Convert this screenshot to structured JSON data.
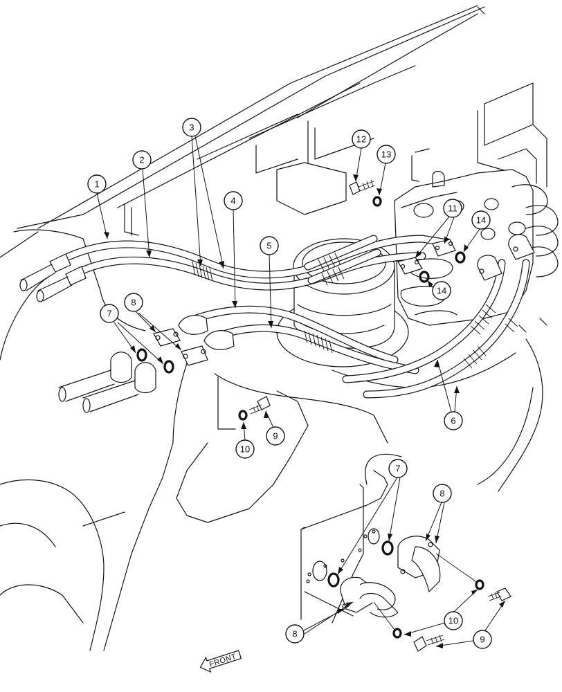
{
  "diagram": {
    "direction_label": "FRONT",
    "callouts": [
      {
        "id": "c1",
        "label": "1"
      },
      {
        "id": "c2",
        "label": "2"
      },
      {
        "id": "c3",
        "label": "3"
      },
      {
        "id": "c4",
        "label": "4"
      },
      {
        "id": "c5",
        "label": "5"
      },
      {
        "id": "c6",
        "label": "6"
      },
      {
        "id": "c7a",
        "label": "7"
      },
      {
        "id": "c8a",
        "label": "8"
      },
      {
        "id": "c9a",
        "label": "9"
      },
      {
        "id": "c10a",
        "label": "10"
      },
      {
        "id": "c11",
        "label": "11"
      },
      {
        "id": "c12",
        "label": "12"
      },
      {
        "id": "c13",
        "label": "13"
      },
      {
        "id": "c14a",
        "label": "14"
      },
      {
        "id": "c14b",
        "label": "14"
      },
      {
        "id": "c7b",
        "label": "7"
      },
      {
        "id": "c8b",
        "label": "8"
      },
      {
        "id": "c8c",
        "label": "8"
      },
      {
        "id": "c10b",
        "label": "10"
      },
      {
        "id": "c9b",
        "label": "9"
      }
    ]
  }
}
